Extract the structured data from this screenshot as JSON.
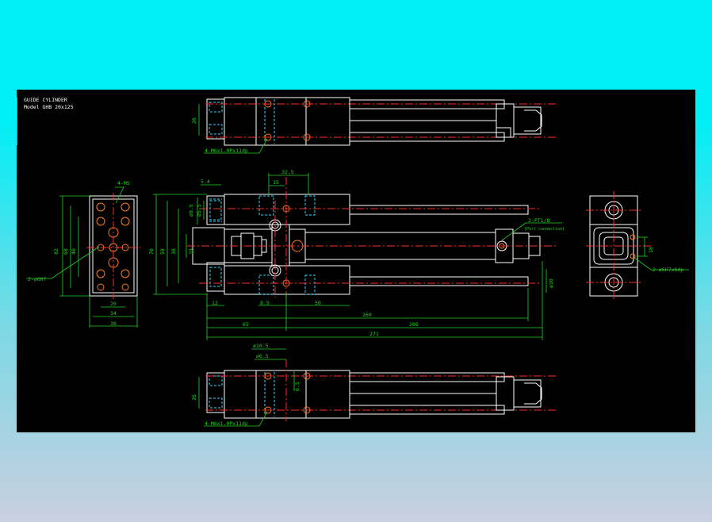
{
  "title": {
    "line1": "GUIDE CYLINDER",
    "line2": "Model  GHB  20x125"
  },
  "callouts": {
    "top_tap": "4-M6x1.0Px11dp",
    "bottom_tap": "4-M6x1.0Px11dp",
    "end_tap": "4-M5",
    "end_pin": "2-ø6H7",
    "port": "2-PT1/8",
    "port_note": "(Port connection)",
    "rod_pin": "2-ø6H7x6dp"
  },
  "dims": {
    "top_26": "26",
    "bot_26": "26",
    "d_54": "5.4",
    "d_325": "32.5",
    "d_15": "15",
    "d_95": "ø9.5",
    "d_55": "ø5.5",
    "d_82": "82",
    "d_68": "68",
    "d_40": "40",
    "d_20": "20",
    "d_34": "34",
    "d_38": "38",
    "d_70": "70",
    "d_58": "58",
    "d_30": "30",
    "d_19": "19",
    "d_12": "12",
    "d_85": "8.5",
    "d_50": "50",
    "d_260": "260",
    "d_65": "65",
    "d_206": "206",
    "d_271": "271",
    "d_10": "ø10",
    "d_105": "ø10.5",
    "d_65b": "ø6.5",
    "d_65c": "6.5",
    "d_18": "18"
  },
  "colors": {
    "sheet": "#000000",
    "outline": "#ffffff",
    "hidden": "#2fd6ff",
    "centerline": "#ff2a2a",
    "dimension": "#21d321",
    "holes": "#ff7a1a"
  }
}
